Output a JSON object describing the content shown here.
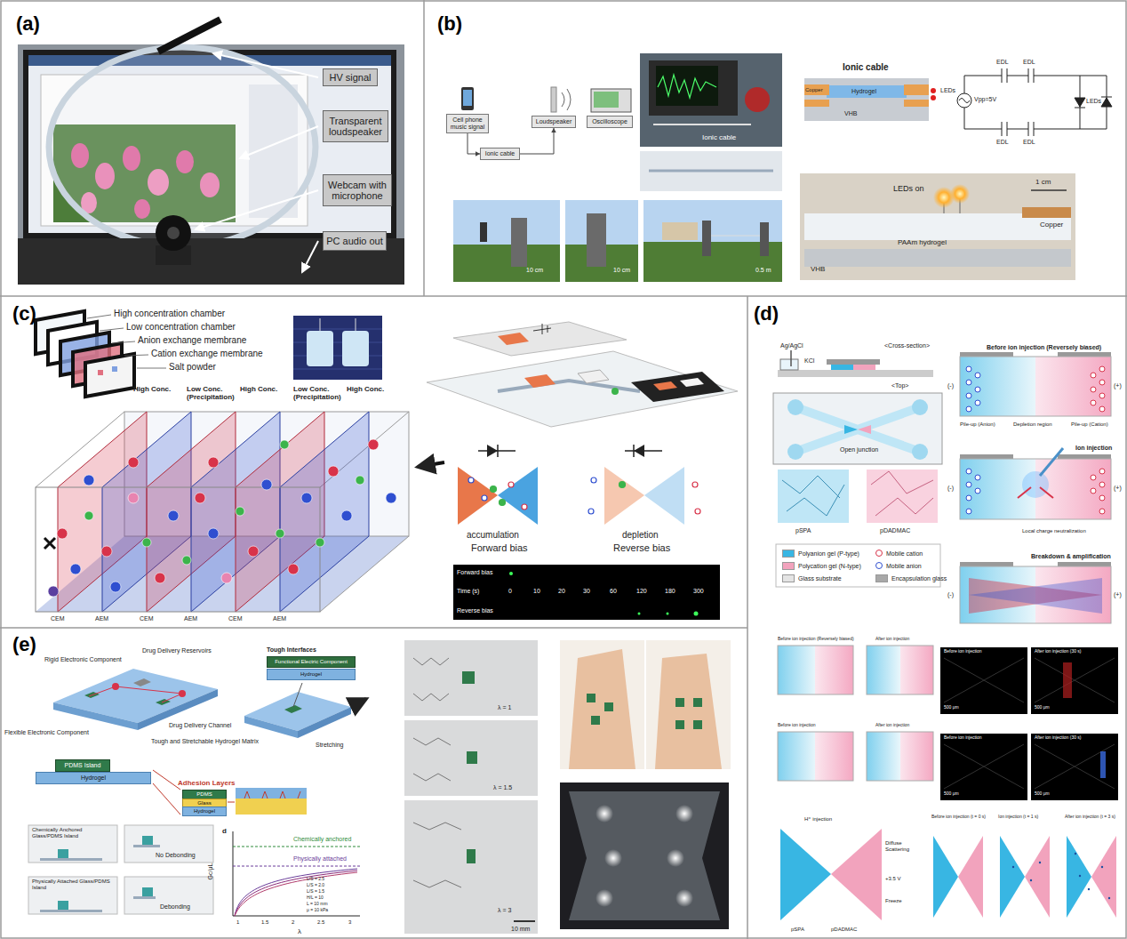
{
  "diagram": {
    "nodes": [
      {
        "text": [
          "HV signal"
        ]
      },
      {
        "text": [
          "Transparent loudspeaker"
        ]
      },
      {
        "text": [
          "Webcam with microphone"
        ]
      },
      {
        "text": [
          "PC audio out"
        ]
      },
      {
        "text": [
          "Cell phone music signal"
        ]
      },
      {
        "text": [
          "Loudspeaker"
        ]
      },
      {
        "text": [
          "Oscilloscope"
        ]
      },
      {
        "text": [
          "Ionic cable"
        ]
      },
      {
        "text": [
          "Functional Electric Component"
        ]
      },
      {
        "text": [
          "Hydrogel"
        ]
      },
      {
        "text": [
          "PDMS Island"
        ]
      },
      {
        "text": [
          "Hydrogel"
        ]
      },
      {
        "text": [
          "PDMS"
        ]
      },
      {
        "text": [
          "Glass"
        ]
      },
      {
        "text": [
          "Hydrogel"
        ]
      }
    ],
    "edges": [
      {
        "from": 4,
        "to": 7,
        "arrow": "to"
      },
      {
        "from": 7,
        "to": 5,
        "arrow": "to"
      }
    ],
    "labels": [
      "(a)",
      "(b)",
      "(c)",
      "(d)",
      "(e)",
      "Ionic cable",
      "Ionic cable",
      "Copper",
      "Hydrogel",
      "VHB",
      "LEDs",
      "EDL",
      "EDL",
      "EDL",
      "EDL",
      "Vpp=5V",
      "LEDs",
      "LEDs on",
      "1 cm",
      "Copper",
      "PAAm hydrogel",
      "VHB",
      "10 cm",
      "10 cm",
      "0.5 m",
      "High concentration chamber",
      "Low concentration chamber",
      "Anion exchange membrane",
      "Cation exchange membrane",
      "Salt powder",
      "High Conc.",
      "Low Conc. (Precipitation)",
      "High Conc.",
      "Low Conc. (Precipitation)",
      "High Conc.",
      "CEM",
      "AEM",
      "CEM",
      "AEM",
      "CEM",
      "AEM",
      "accumulation",
      "Forward bias",
      "depletion",
      "Reverse bias",
      "Forward bias",
      "Time (s)",
      "0",
      "10",
      "20",
      "30",
      "60",
      "120",
      "180",
      "300",
      "Reverse bias",
      "Ag/AgCl",
      "<Cross-section>",
      "KCl",
      "<Top>",
      "Open junction",
      "pSPA",
      "pDADMAC",
      "Before ion injection (Reversely biased)",
      "Pile-up (Anion)",
      "Depletion region",
      "Pile-up (Cation)",
      "(-)",
      "(+)",
      "Ion injection",
      "Local charge neutralization",
      "(-)",
      "(+)",
      "Breakdown & amplification",
      "(-)",
      "(+)",
      "Before ion injection (Reversely biased)",
      "After ion injection",
      "Before ion injection",
      "After ion injection (30 s)",
      "500 μm",
      "500 μm",
      "Before ion injection",
      "After ion injection",
      "Before ion injection",
      "After ion injection (30 s)",
      "500 μm",
      "500 μm",
      "H⁺ injection",
      "Diffuse Scattering",
      "+3.5 V",
      "Freeze",
      "Before ion injection (t = 0 s)",
      "Ion injection (t = 1 s)",
      "After ion injection (t = 3 s)",
      "pSPA",
      "pDADMAC",
      "Rigid Electronic Component",
      "Drug Delivery Reservoirs",
      "Flexible Electronic Component",
      "Drug Delivery Channel",
      "Tough and Stretchable Hydrogel Matrix",
      "Tough Interfaces",
      "Stretching",
      "Adhesion Layers",
      "Chemically Anchored Glass/PDMS Island",
      "No Debonding",
      "Physically Attached Glass/PDMS Island",
      "Debonding",
      "d",
      "Chemically anchored",
      "Physically attached",
      "L/S = 2.5",
      "L/S = 2.0",
      "L/S = 1.5",
      "H/L = 10",
      "L = 10 mm",
      "μ = 10 kPa",
      "Gc/μL",
      "λ",
      "1",
      "1.5",
      "2",
      "2.5",
      "3",
      "λ = 1",
      "λ = 1.5",
      "λ = 3",
      "10 mm"
    ],
    "legend": [
      {
        "text": "Polyanion gel (P-type)",
        "color": "#38b6e3"
      },
      {
        "text": "Mobile cation"
      },
      {
        "text": "Polycation gel (N-type)",
        "color": "#f2a3bd"
      },
      {
        "text": "Mobile anion"
      },
      {
        "text": "Glass substrate",
        "color": "#e4e4e4"
      },
      {
        "text": "Encapsulation glass",
        "color": "#a8a8a8"
      }
    ]
  }
}
